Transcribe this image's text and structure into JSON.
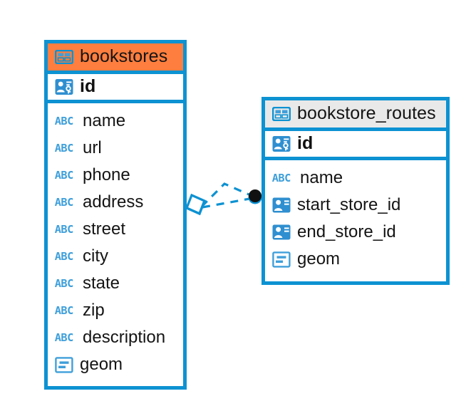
{
  "diagram": {
    "type": "entity-relationship-diagram",
    "background": "#ffffff",
    "accent_blue": "#0d92d2",
    "header_orange": "#fd7e3e",
    "header_grey": "#e9e9e9",
    "connector_color": "#0d92d2",
    "connector_endpoint_color": "#111111"
  },
  "entities": [
    {
      "name": "bookstores",
      "header_style": "orange",
      "header_icon": "table-icon",
      "primary_key": {
        "label": "id",
        "icon": "primary-key-icon"
      },
      "fields": [
        {
          "label": "name",
          "icon": "abc-text-icon"
        },
        {
          "label": "url",
          "icon": "abc-text-icon"
        },
        {
          "label": "phone",
          "icon": "abc-text-icon"
        },
        {
          "label": "address",
          "icon": "abc-text-icon"
        },
        {
          "label": "street",
          "icon": "abc-text-icon"
        },
        {
          "label": "city",
          "icon": "abc-text-icon"
        },
        {
          "label": "state",
          "icon": "abc-text-icon"
        },
        {
          "label": "zip",
          "icon": "abc-text-icon"
        },
        {
          "label": "description",
          "icon": "abc-text-icon"
        },
        {
          "label": "geom",
          "icon": "geometry-icon"
        }
      ]
    },
    {
      "name": "bookstore_routes",
      "header_style": "grey",
      "header_icon": "table-icon",
      "primary_key": {
        "label": "id",
        "icon": "primary-key-icon"
      },
      "fields": [
        {
          "label": "name",
          "icon": "abc-text-icon"
        },
        {
          "label": "start_store_id",
          "icon": "foreign-key-icon"
        },
        {
          "label": "end_store_id",
          "icon": "foreign-key-icon"
        },
        {
          "label": "geom",
          "icon": "geometry-icon"
        }
      ]
    }
  ],
  "relationship": {
    "from_entity": "bookstores",
    "to_entity": "bookstore_routes",
    "line_style": "dashed",
    "source_endpoint": "diamond",
    "target_endpoint": "filled-circle"
  }
}
